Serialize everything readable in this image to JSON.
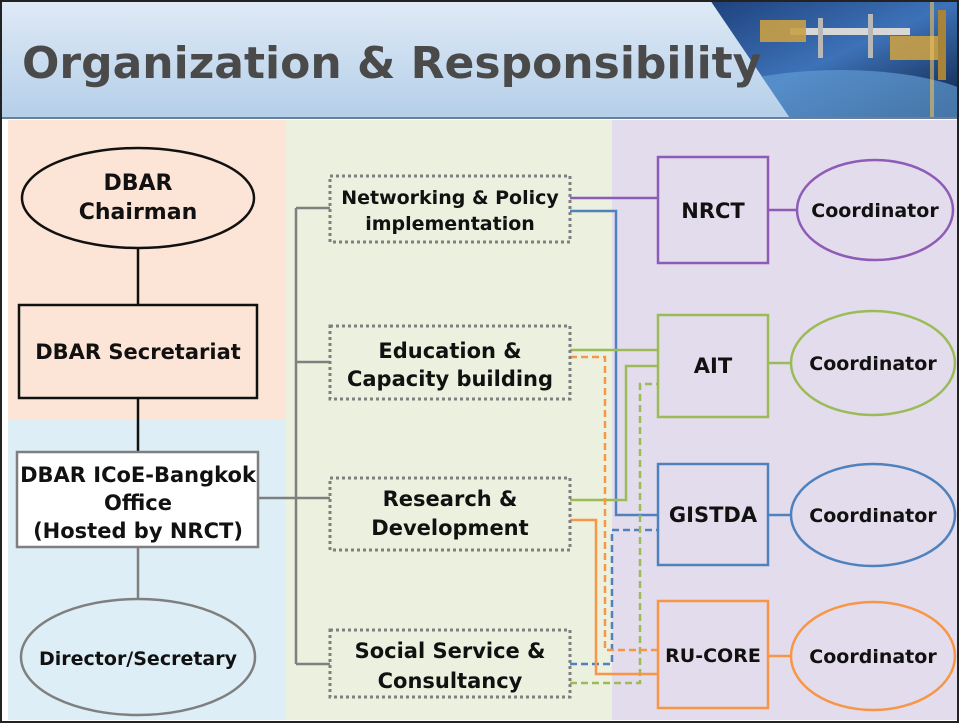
{
  "title": "Organization & Responsibility",
  "colors": {
    "header_bg": "#c4dbef",
    "left_top_bg": "#fce5d6",
    "left_bottom_bg": "#ddeef6",
    "middle_bg": "#ebf0df",
    "right_bg": "#e3dcec",
    "nrct": "#8e5bb6",
    "ait": "#9bbb59",
    "gistda": "#4f81bd",
    "rucore": "#f79646",
    "neutral": "#7f7f7f"
  },
  "left": {
    "chairman": [
      "DBAR",
      "Chairman"
    ],
    "secretariat": "DBAR Secretariat",
    "office": [
      "DBAR ICoE-Bangkok",
      "Office",
      "(Hosted by NRCT)"
    ],
    "director": "Director/Secretary"
  },
  "functions": [
    {
      "lines": [
        "Networking & Policy",
        "implementation"
      ]
    },
    {
      "lines": [
        "Education &",
        "Capacity building"
      ]
    },
    {
      "lines": [
        "Research &",
        "Development"
      ]
    },
    {
      "lines": [
        "Social Service &",
        "Consultancy"
      ]
    }
  ],
  "orgs": [
    {
      "name": "NRCT",
      "coordinator": "Coordinator"
    },
    {
      "name": "AIT",
      "coordinator": "Coordinator"
    },
    {
      "name": "GISTDA",
      "coordinator": "Coordinator"
    },
    {
      "name": "RU-CORE",
      "coordinator": "Coordinator"
    }
  ]
}
